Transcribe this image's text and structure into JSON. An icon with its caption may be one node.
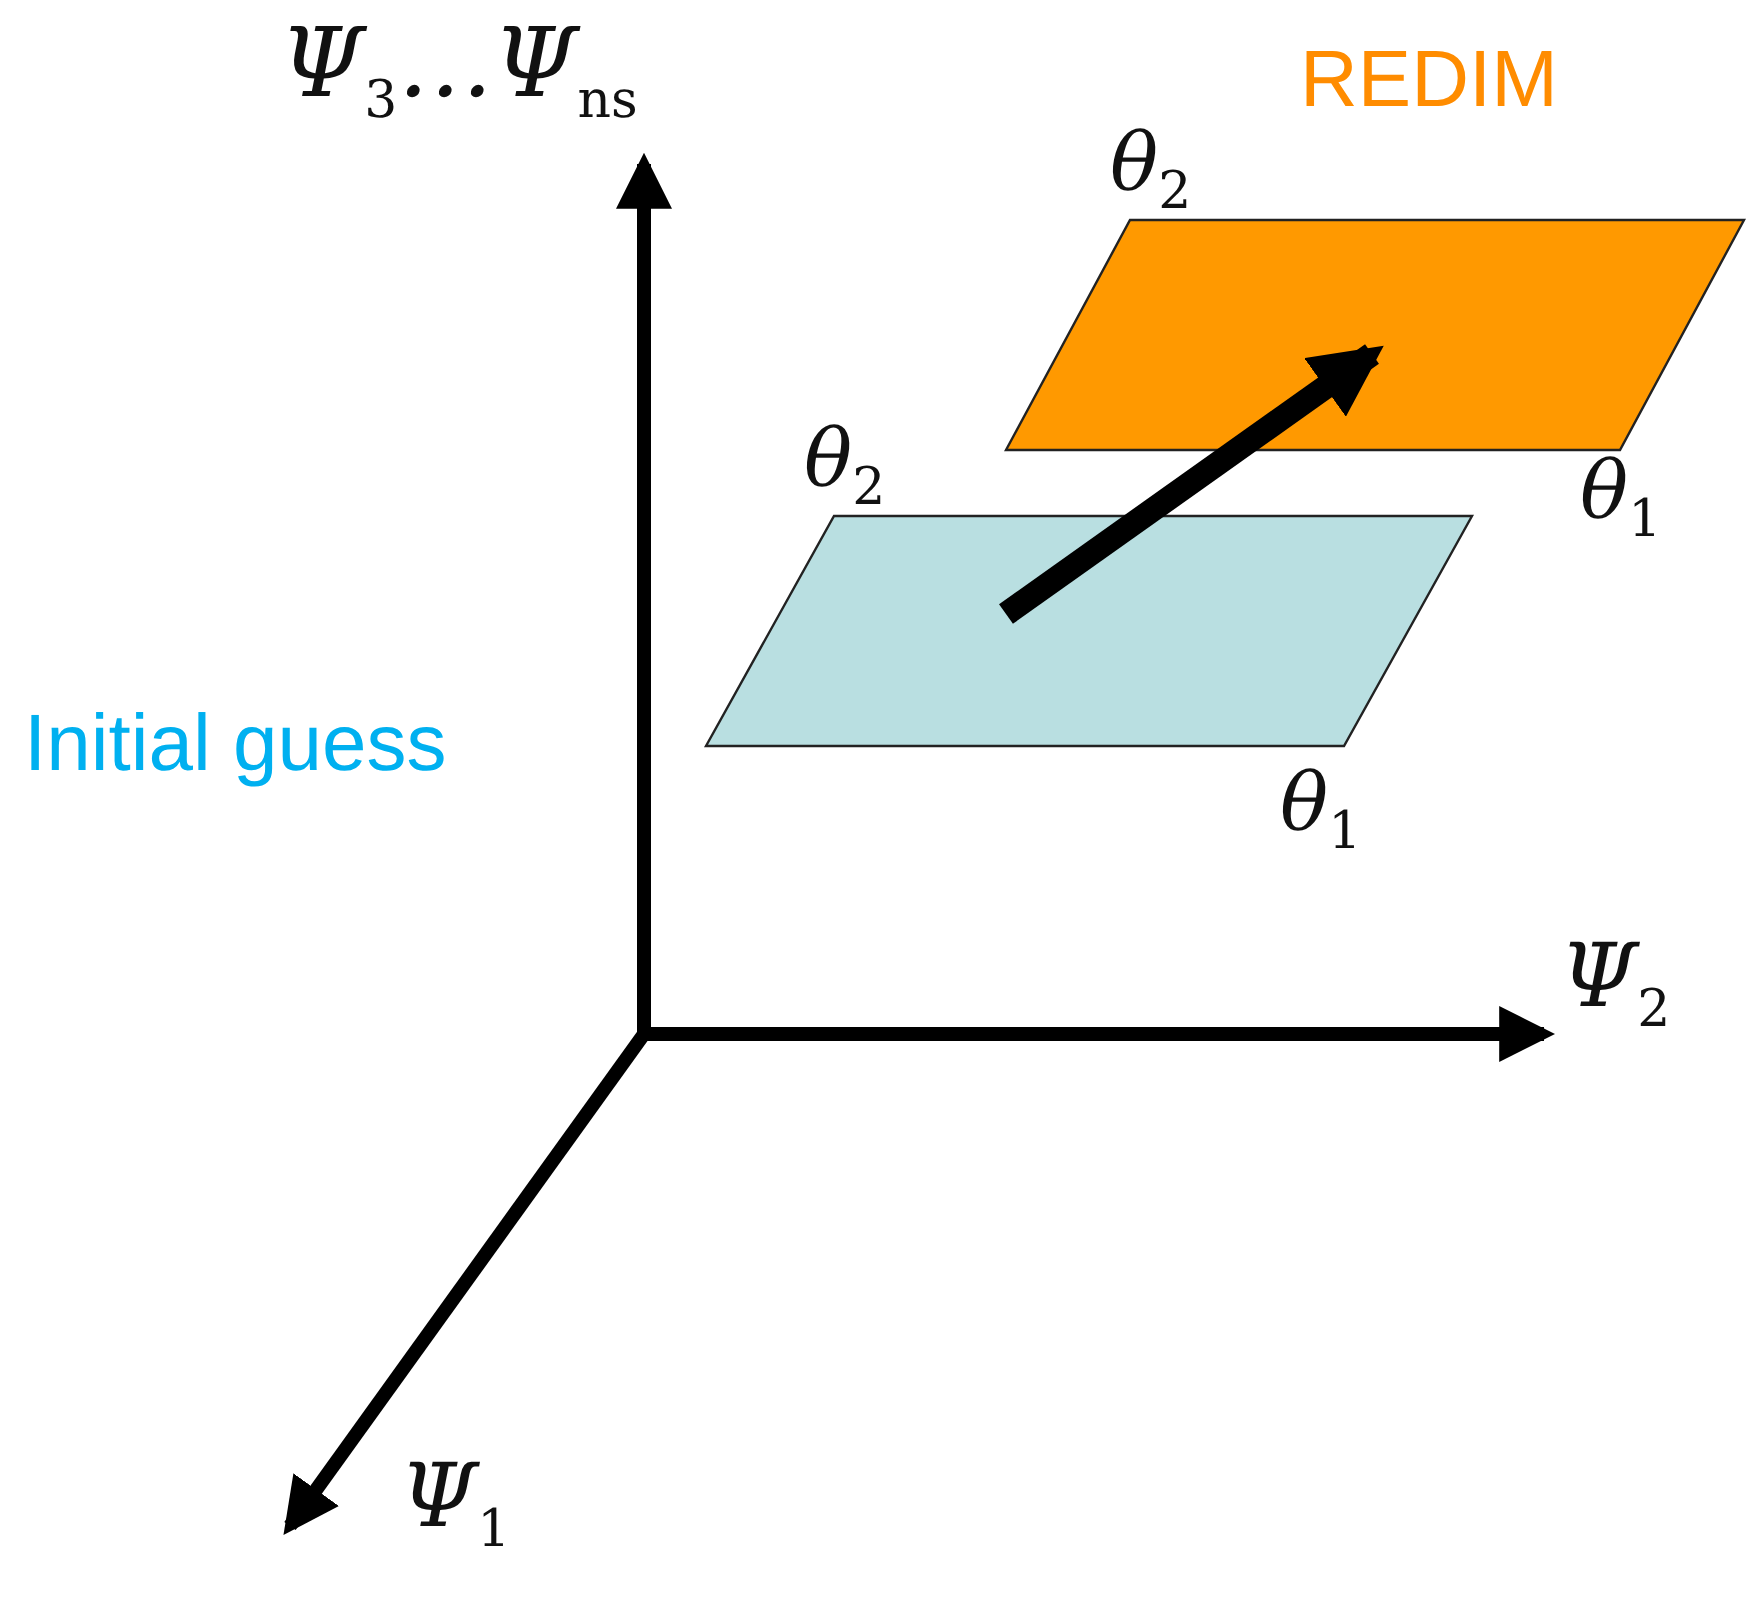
{
  "diagram": {
    "nodes": [
      {
        "text": [
          "Initial guess"
        ],
        "beside": [
          "θ$_{2}$",
          "θ$_{1}$"
        ]
      },
      {
        "text": [
          "REDIM"
        ],
        "beside": [
          "θ$_{2}$",
          "θ$_{1}$"
        ]
      }
    ],
    "edges": [
      {
        "from": 0,
        "to": 1,
        "arrow": "to"
      }
    ],
    "labels": [
      "Ψ$_{3}$…Ψ$_{ns}$",
      "Ψ$_{2}$",
      "Ψ$_{1}$"
    ]
  }
}
